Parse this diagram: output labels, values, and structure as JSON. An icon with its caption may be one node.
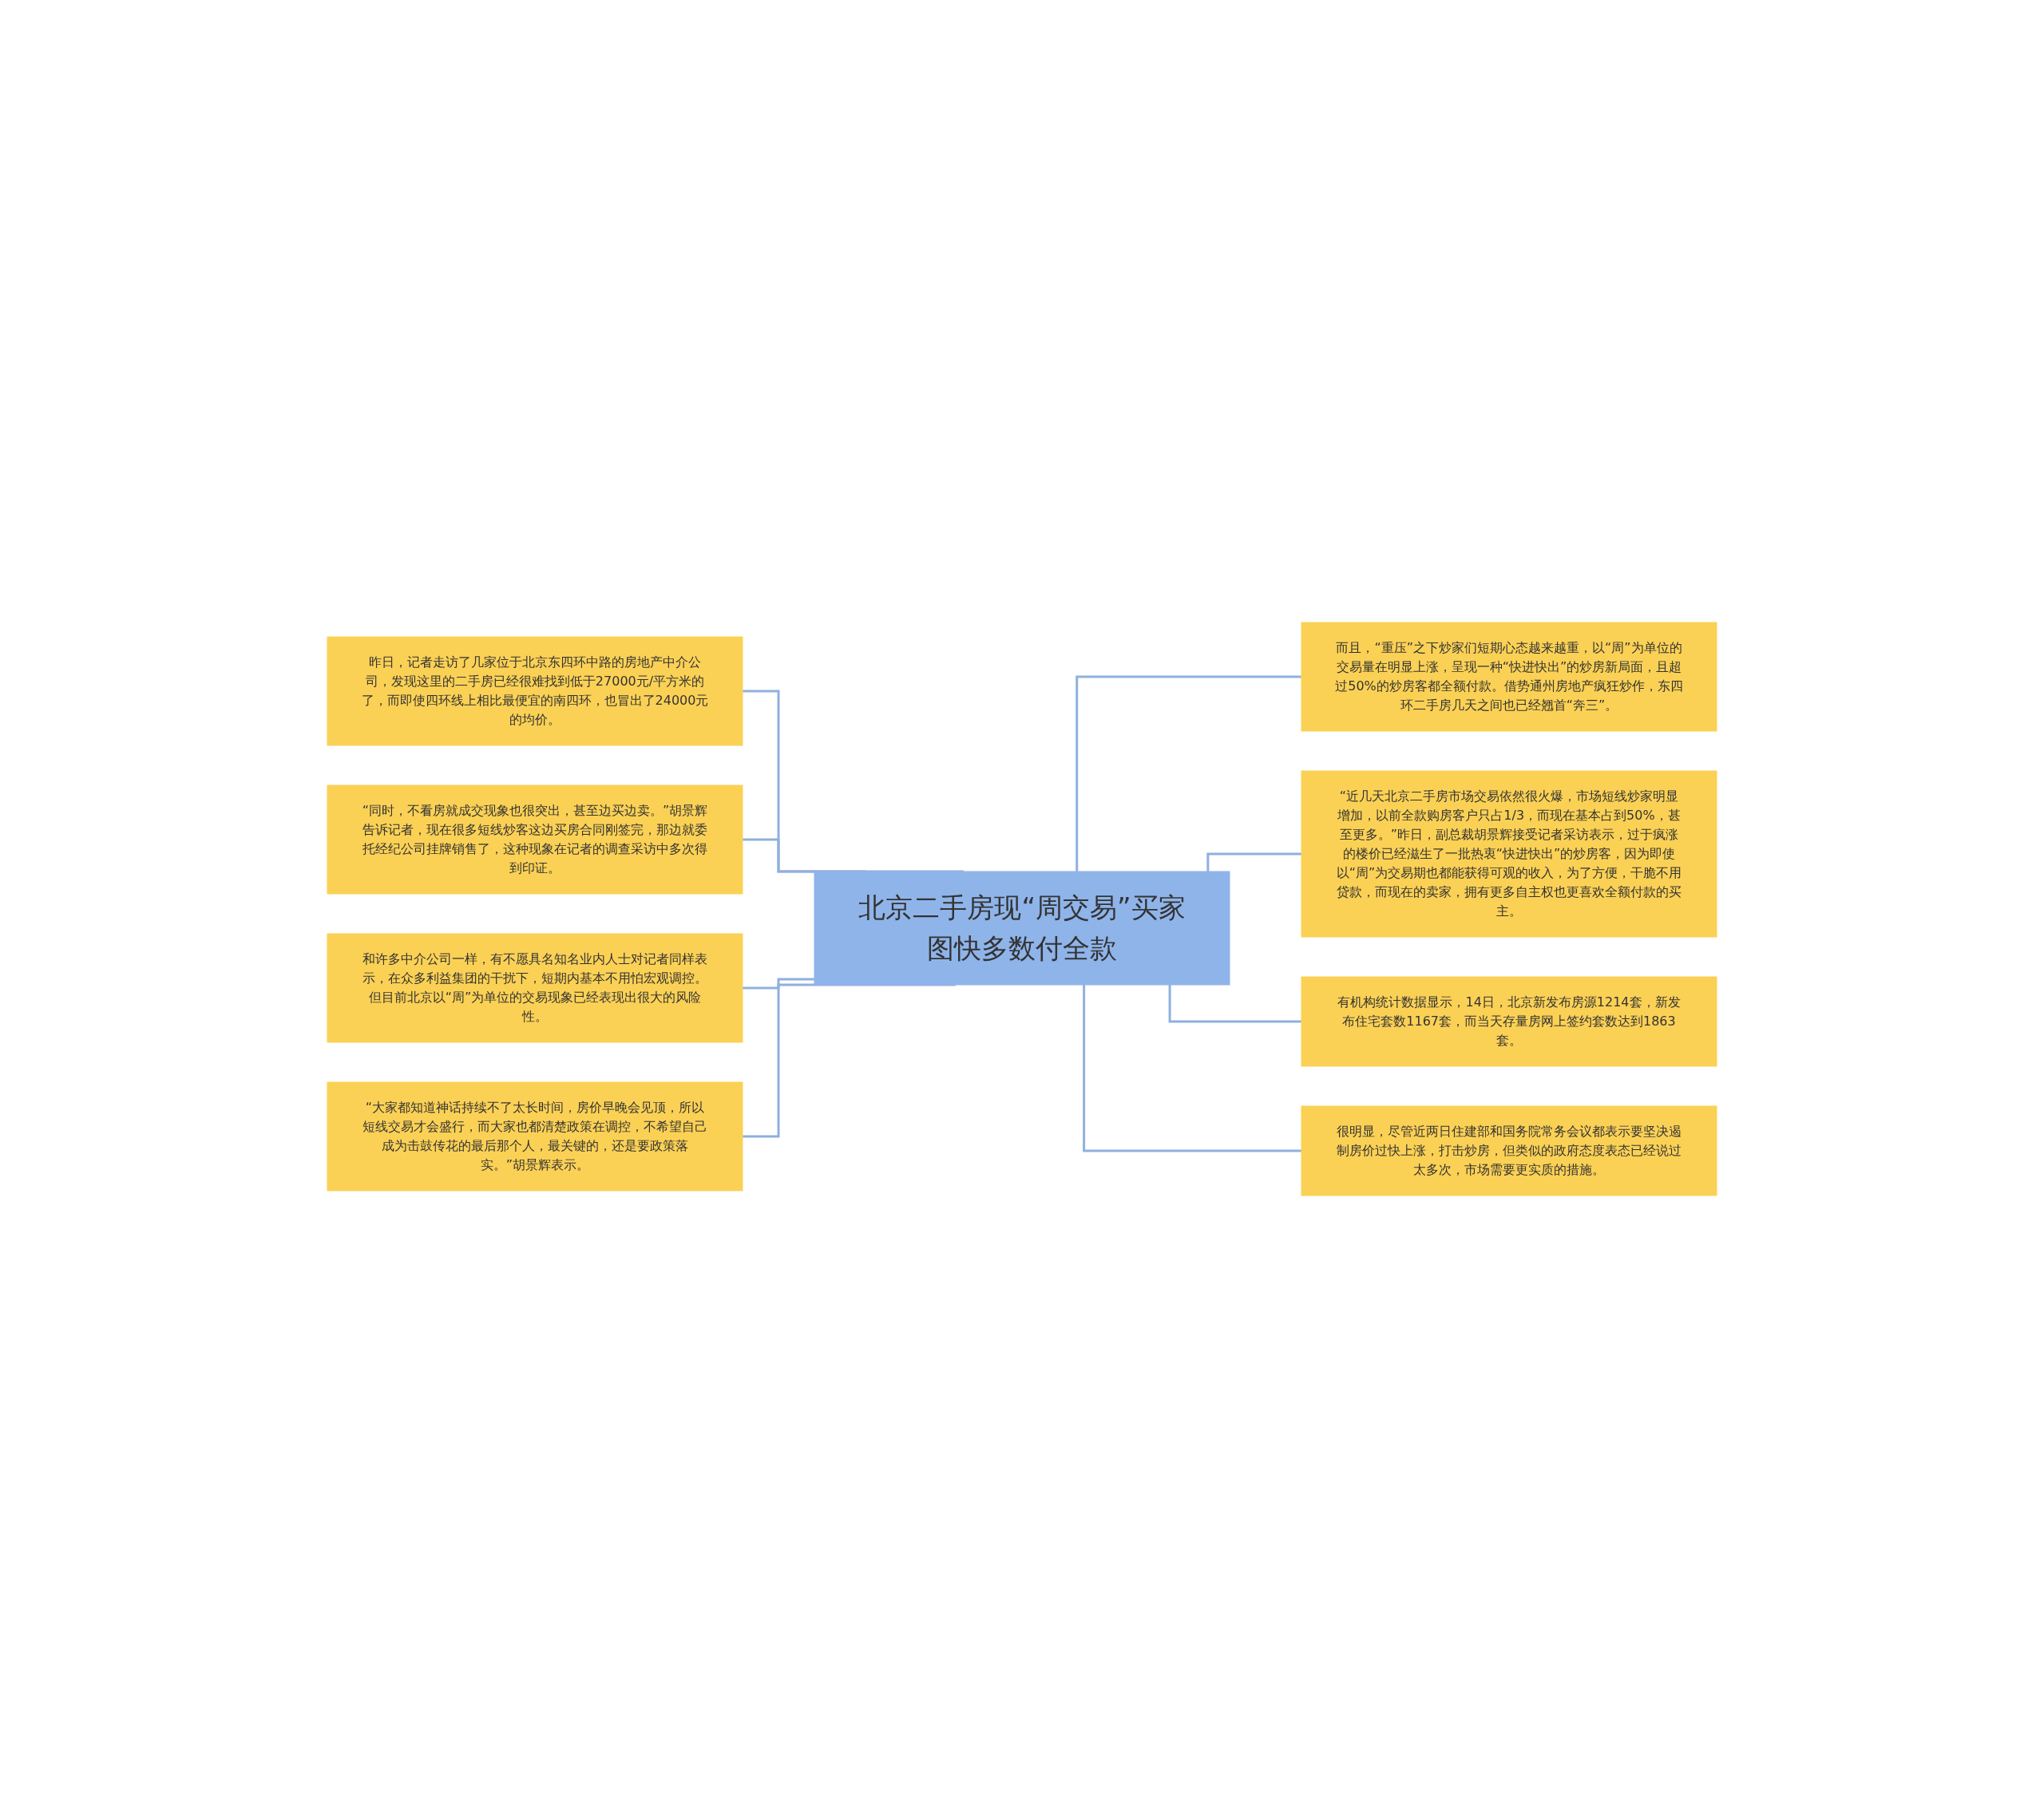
{
  "diagram": {
    "nodes": [
      {
        "text": [
          "北京二手房现“周交易”买家图快多数付全款"
        ]
      },
      {
        "text": [
          "昨日，记者走访了几家位于北京东四环中路的房地产中介公司，发现这里的二手房已经很难找到低于27000元/平方米的了，而即使四环线上相比最便宜的南四环，也冒出了24000元的均价。"
        ]
      },
      {
        "text": [
          "“同时，不看房就成交现象也很突出，甚至边买边卖。”胡景辉告诉记者，现在很多短线炒客这边买房合同刚签完，那边就委托经纪公司挂牌销售了，这种现象在记者的调查采访中多次得到印证。"
        ]
      },
      {
        "text": [
          "和许多中介公司一样，有不愿具名知名业内人士对记者同样表示，在众多利益集团的干扰下，短期内基本不用怕宏观调控。但目前北京以“周”为单位的交易现象已经表现出很大的风险性。"
        ]
      },
      {
        "text": [
          "“大家都知道神话持续不了太长时间，房价早晚会见顶，所以短线交易才会盛行，而大家也都清楚政策在调控，不希望自己成为击鼓传花的最后那个人，最关键的，还是要政策落实。”胡景辉表示。"
        ]
      },
      {
        "text": [
          "而且，“重压”之下炒家们短期心态越来越重，以“周”为单位的交易量在明显上涨，呈现一种“快进快出”的炒房新局面，且超过50%的炒房客都全额付款。借势通州房地产疯狂炒作，东四环二手房几天之间也已经翘首“奔三”。"
        ]
      },
      {
        "text": [
          "“近几天北京二手房市场交易依然很火爆，市场短线炒家明显增加，以前全款购房客户只占1/3，而现在基本占到50%，甚至更多。”昨日，副总裁胡景辉接受记者采访表示，过于疯涨的楼价已经滋生了一批热衷“快进快出”的炒房客，因为即使以“周”为交易期也都能获得可观的收入，为了方便，干脆不用贷款，而现在的卖家，拥有更多自主权也更喜欢全额付款的买主。"
        ]
      },
      {
        "text": [
          "有机构统计数据显示，14日，北京新发布房源1214套，新发布住宅套数1167套，而当天存量房网上签约套数达到1863套。"
        ]
      },
      {
        "text": [
          "很明显，尽管近两日住建部和国务院常务会议都表示要坚决遏制房价过快上涨，打击炒房，但类似的政府态度表态已经说过太多次，市场需要更实质的措施。"
        ]
      }
    ],
    "edges": [
      {
        "from": 0,
        "to": 1,
        "arrow": "none"
      },
      {
        "from": 0,
        "to": 2,
        "arrow": "none"
      },
      {
        "from": 0,
        "to": 3,
        "arrow": "none"
      },
      {
        "from": 0,
        "to": 4,
        "arrow": "none"
      },
      {
        "from": 0,
        "to": 5,
        "arrow": "none"
      },
      {
        "from": 0,
        "to": 6,
        "arrow": "none"
      },
      {
        "from": 0,
        "to": 7,
        "arrow": "none"
      },
      {
        "from": 0,
        "to": 8,
        "arrow": "none"
      }
    ]
  }
}
